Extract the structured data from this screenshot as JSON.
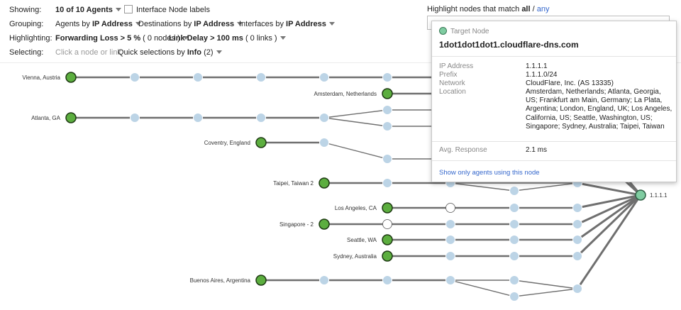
{
  "controls": {
    "showing": {
      "label": "Showing:",
      "value": "10 of 10 Agents",
      "checkbox_label": "Interface Node labels"
    },
    "grouping": {
      "label": "Grouping:",
      "agents_prefix": "Agents by ",
      "agents_value": "IP Address",
      "dest_prefix": "Destinations by ",
      "dest_value": "IP Address",
      "iface_prefix": "Interfaces by ",
      "iface_value": "IP Address"
    },
    "highlighting": {
      "label": "Highlighting:",
      "fwd_value": "Forwarding Loss > 5 %",
      "fwd_count": "( 0 nodes )",
      "delay_value": "Link Delay > 100 ms",
      "delay_count": "( 0 links )"
    },
    "selecting": {
      "label": "Selecting:",
      "placeholder": "Click a node or link",
      "quick_prefix": "Quick selections by ",
      "quick_value": "Info",
      "quick_count": "(2)"
    }
  },
  "highlight": {
    "text_prefix": "Highlight nodes that match ",
    "all": "all",
    "slash": " / ",
    "any": "any"
  },
  "graph": {
    "agent_labels": [
      "Vienna, Austria",
      "Amsterdam, Netherlands",
      "Atlanta, GA",
      "Coventry, England",
      "Taipei, Taiwan 2",
      "Los Angeles, CA",
      "Singapore - 2",
      "Seattle, WA",
      "Sydney, Australia",
      "Buenos Aires, Argentina"
    ],
    "target_label": "1.1.1.1",
    "colors": {
      "agent": "#5cae3f",
      "agent_stroke": "#1e3a13",
      "hop": "#bcd4e6",
      "target": "#7fcca1",
      "link": "#6f6f6f"
    }
  },
  "popup": {
    "kind": "Target Node",
    "title": "1dot1dot1dot1.cloudflare-dns.com",
    "fields": [
      {
        "key": "IP Address",
        "value": "1.1.1.1"
      },
      {
        "key": "Prefix",
        "value": "1.1.1.0/24"
      },
      {
        "key": "Network",
        "value": "CloudFlare, Inc. (AS 13335)"
      },
      {
        "key": "Location",
        "value": "Amsterdam, Netherlands; Atlanta, Georgia, US; Frankfurt am Main, Germany; La Plata, Argentina; London, England, UK; Los Angeles, California, US; Seattle, Washington, US; Singapore; Sydney, Australia; Taipei, Taiwan"
      }
    ],
    "avg_label": "Avg. Response",
    "avg_value": "2.1 ms",
    "link": "Show only agents using this node"
  }
}
